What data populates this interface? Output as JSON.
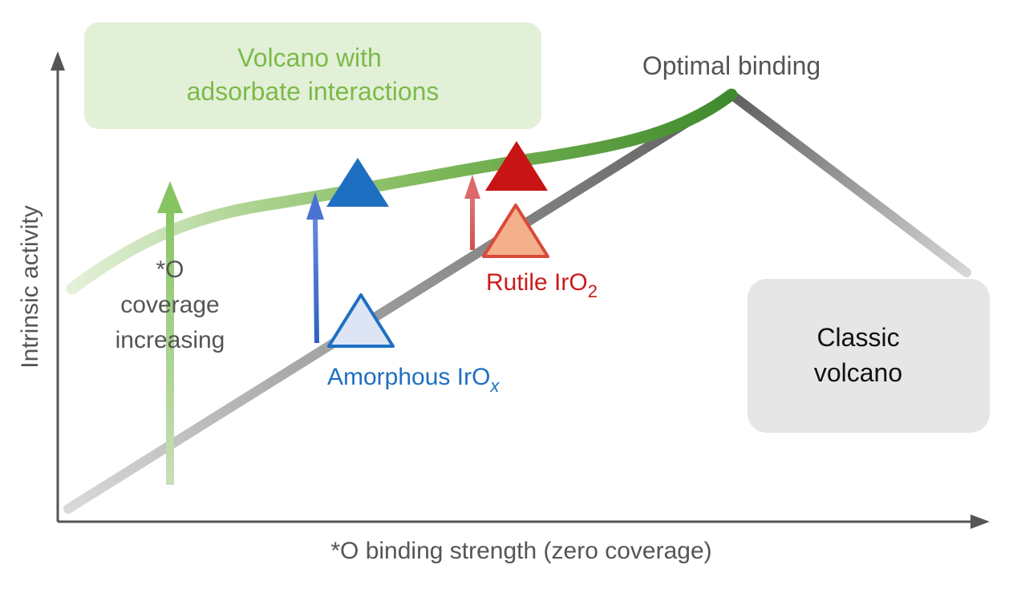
{
  "axes": {
    "y_label": "Intrinsic activity",
    "x_label": "*O binding strength (zero coverage)"
  },
  "boxes": {
    "green_line1": "Volcano with",
    "green_line2": "adsorbate interactions",
    "gray_line1": "Classic",
    "gray_line2": "volcano"
  },
  "annotations": {
    "optimal": "Optimal binding",
    "coverage_line1": "*O",
    "coverage_line2": "coverage",
    "coverage_line3": "increasing",
    "rutile_main": "Rutile IrO",
    "rutile_sub": "2",
    "amorphous_main": "Amorphous IrO",
    "amorphous_sub": "x"
  },
  "colors": {
    "green_text": "#7cba4a",
    "green_box": "#e3f0d8",
    "gray_box": "#e6e6e6",
    "blue": "#1e6fc2",
    "blue_light": "#dde4f4",
    "red": "#c81414",
    "red_text": "#cc1a1a",
    "orange_fill": "#f4b08a",
    "axis": "#555555",
    "gray_text": "#555555"
  }
}
